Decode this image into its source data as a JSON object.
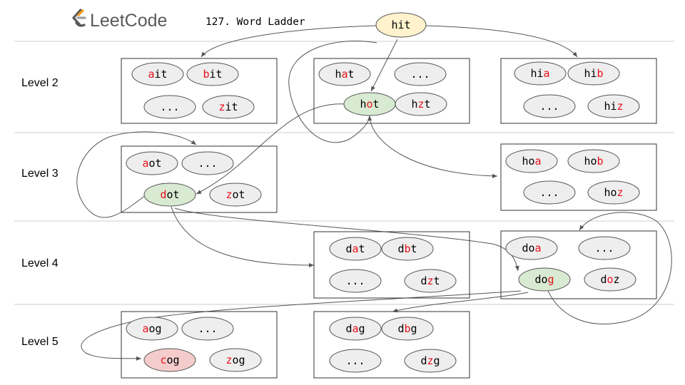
{
  "header": {
    "logo_text": "LeetCode",
    "problem_title": "127. Word Ladder",
    "root_word": "hit"
  },
  "colors": {
    "node_default": "#eeeeee",
    "node_on_path": "#d9ead3",
    "node_target": "#f4cccc",
    "node_root": "#fff2cc",
    "changed_letter": "#e8101a",
    "logo_orange": "#f89f1b",
    "logo_gray": "#5a5a5a"
  },
  "levels": [
    {
      "label": "Level 2"
    },
    {
      "label": "Level 3"
    },
    {
      "label": "Level 4"
    },
    {
      "label": "Level 5"
    }
  ],
  "groups": [
    {
      "id": "level2-position1",
      "nodes": [
        {
          "parts": [
            {
              "t": "a",
              "hl": true
            },
            {
              "t": "it"
            }
          ],
          "state": "default"
        },
        {
          "parts": [
            {
              "t": "b",
              "hl": true
            },
            {
              "t": "it"
            }
          ],
          "state": "default"
        },
        {
          "parts": [
            {
              "t": "..."
            }
          ],
          "state": "default"
        },
        {
          "parts": [
            {
              "t": "z",
              "hl": true
            },
            {
              "t": "it"
            }
          ],
          "state": "default"
        }
      ]
    },
    {
      "id": "level2-position2",
      "nodes": [
        {
          "parts": [
            {
              "t": "h"
            },
            {
              "t": "a",
              "hl": true
            },
            {
              "t": "t"
            }
          ],
          "state": "default"
        },
        {
          "parts": [
            {
              "t": "..."
            }
          ],
          "state": "default"
        },
        {
          "parts": [
            {
              "t": "h"
            },
            {
              "t": "o",
              "hl": true
            },
            {
              "t": "t"
            }
          ],
          "state": "path"
        },
        {
          "parts": [
            {
              "t": "h"
            },
            {
              "t": "z",
              "hl": true
            },
            {
              "t": "t"
            }
          ],
          "state": "default"
        }
      ]
    },
    {
      "id": "level2-position3",
      "nodes": [
        {
          "parts": [
            {
              "t": "hi"
            },
            {
              "t": "a",
              "hl": true
            }
          ],
          "state": "default"
        },
        {
          "parts": [
            {
              "t": "hi"
            },
            {
              "t": "b",
              "hl": true
            }
          ],
          "state": "default"
        },
        {
          "parts": [
            {
              "t": "..."
            }
          ],
          "state": "default"
        },
        {
          "parts": [
            {
              "t": "hi"
            },
            {
              "t": "z",
              "hl": true
            }
          ],
          "state": "default"
        }
      ]
    },
    {
      "id": "level3-position1",
      "nodes": [
        {
          "parts": [
            {
              "t": "a",
              "hl": true
            },
            {
              "t": "ot"
            }
          ],
          "state": "default"
        },
        {
          "parts": [
            {
              "t": "..."
            }
          ],
          "state": "default"
        },
        {
          "parts": [
            {
              "t": "d",
              "hl": true
            },
            {
              "t": "ot"
            }
          ],
          "state": "path"
        },
        {
          "parts": [
            {
              "t": "z",
              "hl": true
            },
            {
              "t": "ot"
            }
          ],
          "state": "default"
        }
      ]
    },
    {
      "id": "level3-position3",
      "nodes": [
        {
          "parts": [
            {
              "t": "ho"
            },
            {
              "t": "a",
              "hl": true
            }
          ],
          "state": "default"
        },
        {
          "parts": [
            {
              "t": "ho"
            },
            {
              "t": "b",
              "hl": true
            }
          ],
          "state": "default"
        },
        {
          "parts": [
            {
              "t": "..."
            }
          ],
          "state": "default"
        },
        {
          "parts": [
            {
              "t": "ho"
            },
            {
              "t": "z",
              "hl": true
            }
          ],
          "state": "default"
        }
      ]
    },
    {
      "id": "level4-position2",
      "nodes": [
        {
          "parts": [
            {
              "t": "d"
            },
            {
              "t": "a",
              "hl": true
            },
            {
              "t": "t"
            }
          ],
          "state": "default"
        },
        {
          "parts": [
            {
              "t": "d"
            },
            {
              "t": "b",
              "hl": true
            },
            {
              "t": "t"
            }
          ],
          "state": "default"
        },
        {
          "parts": [
            {
              "t": "..."
            }
          ],
          "state": "default"
        },
        {
          "parts": [
            {
              "t": "d"
            },
            {
              "t": "z",
              "hl": true
            },
            {
              "t": "t"
            }
          ],
          "state": "default"
        }
      ]
    },
    {
      "id": "level4-position3",
      "nodes": [
        {
          "parts": [
            {
              "t": "do"
            },
            {
              "t": "a",
              "hl": true
            }
          ],
          "state": "default"
        },
        {
          "parts": [
            {
              "t": "..."
            }
          ],
          "state": "default"
        },
        {
          "parts": [
            {
              "t": "do"
            },
            {
              "t": "g",
              "hl": true
            }
          ],
          "state": "path"
        },
        {
          "parts": [
            {
              "t": "d"
            },
            {
              "t": "o",
              "hl": true
            },
            {
              "t": "z"
            }
          ],
          "state": "default"
        }
      ]
    },
    {
      "id": "level5-position1",
      "nodes": [
        {
          "parts": [
            {
              "t": "a",
              "hl": true
            },
            {
              "t": "og"
            }
          ],
          "state": "default"
        },
        {
          "parts": [
            {
              "t": "..."
            }
          ],
          "state": "default"
        },
        {
          "parts": [
            {
              "t": "c",
              "hl": true
            },
            {
              "t": "og"
            }
          ],
          "state": "target"
        },
        {
          "parts": [
            {
              "t": "z",
              "hl": true
            },
            {
              "t": "og"
            }
          ],
          "state": "default"
        }
      ]
    },
    {
      "id": "level5-position2",
      "nodes": [
        {
          "parts": [
            {
              "t": "d"
            },
            {
              "t": "a",
              "hl": true
            },
            {
              "t": "g"
            }
          ],
          "state": "default"
        },
        {
          "parts": [
            {
              "t": "d"
            },
            {
              "t": "b",
              "hl": true
            },
            {
              "t": "g"
            }
          ],
          "state": "default"
        },
        {
          "parts": [
            {
              "t": "..."
            }
          ],
          "state": "default"
        },
        {
          "parts": [
            {
              "t": "d"
            },
            {
              "t": "z",
              "hl": true
            },
            {
              "t": "g"
            }
          ],
          "state": "default"
        }
      ]
    }
  ]
}
